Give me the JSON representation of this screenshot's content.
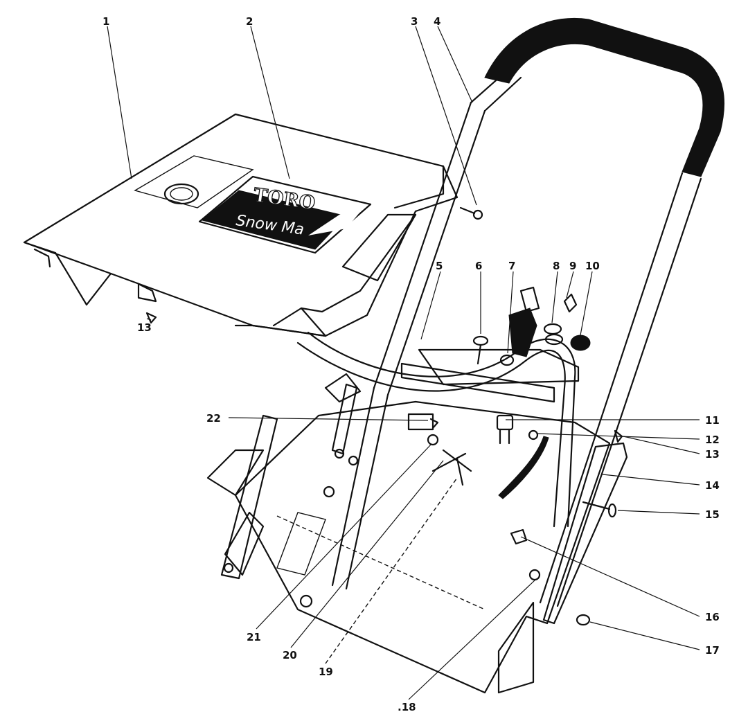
{
  "diagram": {
    "logo": {
      "brand": "TORO",
      "model": "Snow Ma"
    },
    "callouts": [
      {
        "id": "c1",
        "label": "1"
      },
      {
        "id": "c2",
        "label": "2"
      },
      {
        "id": "c3",
        "label": "3"
      },
      {
        "id": "c4",
        "label": "4"
      },
      {
        "id": "c5",
        "label": "5"
      },
      {
        "id": "c6",
        "label": "6"
      },
      {
        "id": "c7",
        "label": "7"
      },
      {
        "id": "c8",
        "label": "8"
      },
      {
        "id": "c9",
        "label": "9"
      },
      {
        "id": "c10",
        "label": "10"
      },
      {
        "id": "c11",
        "label": "11"
      },
      {
        "id": "c12",
        "label": "12"
      },
      {
        "id": "c13a",
        "label": "13"
      },
      {
        "id": "c13b",
        "label": "13"
      },
      {
        "id": "c14",
        "label": "14"
      },
      {
        "id": "c15",
        "label": "15"
      },
      {
        "id": "c16",
        "label": "16"
      },
      {
        "id": "c17",
        "label": "17"
      },
      {
        "id": "c18",
        "label": ".18"
      },
      {
        "id": "c19",
        "label": "19"
      },
      {
        "id": "c20",
        "label": "20"
      },
      {
        "id": "c21",
        "label": "21"
      },
      {
        "id": "c22",
        "label": "22"
      }
    ]
  }
}
